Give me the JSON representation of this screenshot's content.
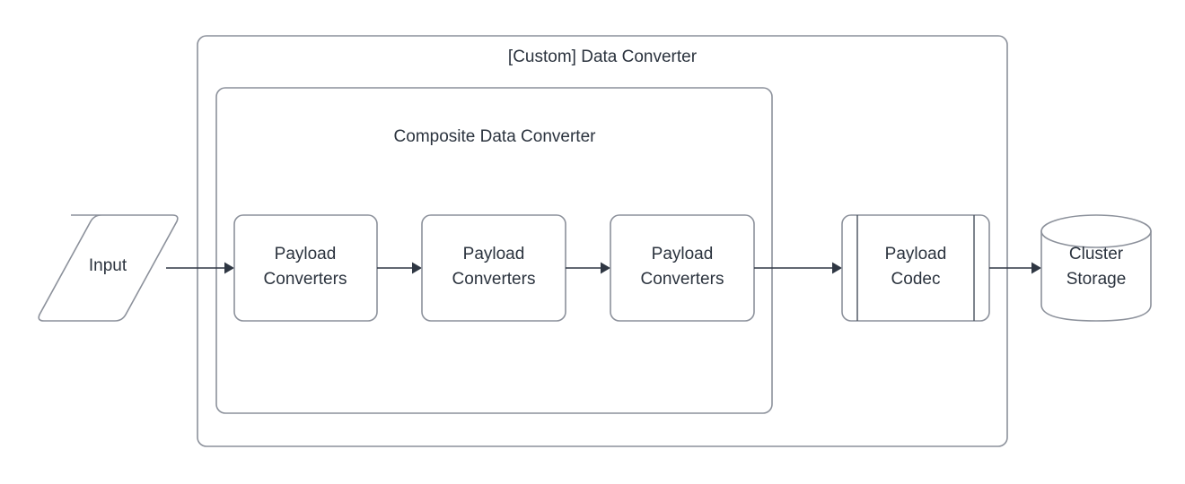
{
  "diagram": {
    "type": "flowchart",
    "background_color": "#ffffff",
    "stroke_color": "#8c919b",
    "text_color": "#2b333e",
    "connector_color": "#2f3743",
    "containers": [
      {
        "id": "custom-data-converter",
        "title": "[Custom] Data Converter",
        "shape": "rounded-rectangle"
      },
      {
        "id": "composite-data-converter",
        "title": "Composite Data Converter",
        "shape": "rounded-rectangle"
      }
    ],
    "nodes": [
      {
        "id": "input",
        "label": "Input",
        "shape": "parallelogram"
      },
      {
        "id": "payload-converters-1",
        "label_line1": "Payload",
        "label_line2": "Converters",
        "shape": "rounded-rectangle"
      },
      {
        "id": "payload-converters-2",
        "label_line1": "Payload",
        "label_line2": "Converters",
        "shape": "rounded-rectangle"
      },
      {
        "id": "payload-converters-3",
        "label_line1": "Payload",
        "label_line2": "Converters",
        "shape": "rounded-rectangle"
      },
      {
        "id": "payload-codec",
        "label_line1": "Payload",
        "label_line2": "Codec",
        "shape": "subprocess"
      },
      {
        "id": "cluster-storage",
        "label_line1": "Cluster",
        "label_line2": "Storage",
        "shape": "cylinder"
      }
    ],
    "edges": [
      {
        "from": "input",
        "to": "payload-converters-1",
        "style": "arrow"
      },
      {
        "from": "payload-converters-1",
        "to": "payload-converters-2",
        "style": "arrow"
      },
      {
        "from": "payload-converters-2",
        "to": "payload-converters-3",
        "style": "arrow"
      },
      {
        "from": "payload-converters-3",
        "to": "payload-codec",
        "style": "arrow"
      },
      {
        "from": "payload-codec",
        "to": "cluster-storage",
        "style": "arrow"
      }
    ]
  }
}
